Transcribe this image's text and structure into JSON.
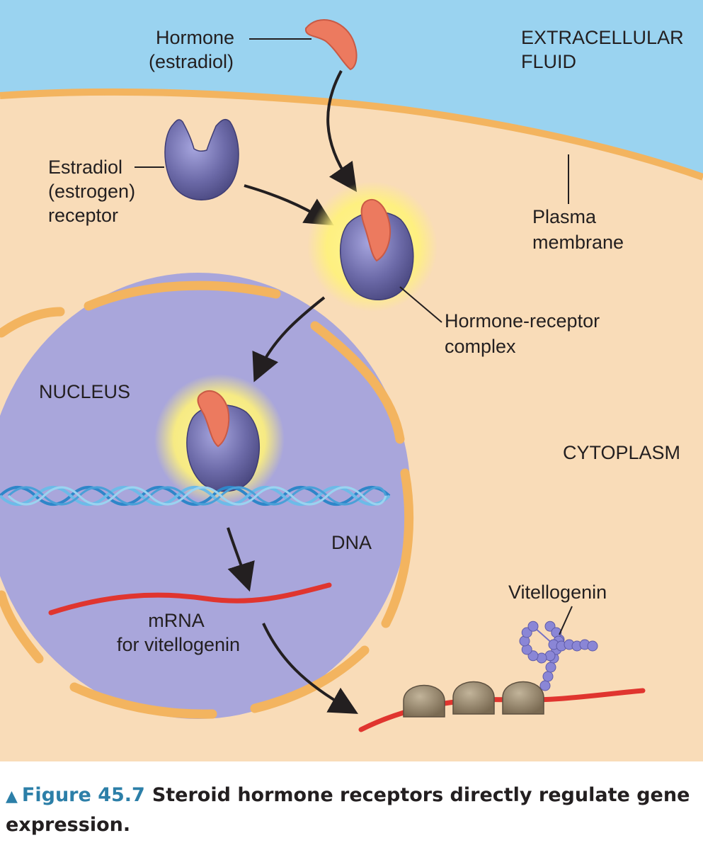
{
  "labels": {
    "hormone": [
      "Hormone",
      "(estradiol)"
    ],
    "extracellular": [
      "EXTRACELLULAR",
      "FLUID"
    ],
    "receptor": [
      "Estradiol",
      "(estrogen)",
      "receptor"
    ],
    "membrane": [
      "Plasma",
      "membrane"
    ],
    "complex": [
      "Hormone-receptor",
      "complex"
    ],
    "nucleus": "NUCLEUS",
    "cytoplasm": "CYTOPLASM",
    "dna": "DNA",
    "mrna": [
      "mRNA",
      "for vitellogenin"
    ],
    "vitellogenin": "Vitellogenin"
  },
  "caption": {
    "marker": "▲",
    "figure": "Figure 45.7",
    "text": "Steroid hormone receptors directly regulate gene expression."
  },
  "colors": {
    "extracellular": "#9ad3f0",
    "cytoplasm": "#f9dcb8",
    "membrane": "#f3b45f",
    "nucleus": "#a9a6db",
    "receptor": "#6c6aa8",
    "hormone": "#ec7a5f",
    "glow": "#fff27a",
    "dna": "#4aa0d8",
    "mrna": "#e0352f",
    "ribosome": "#8a7a62",
    "protein": "#8a86d6",
    "caption_accent": "#2c7fa8"
  }
}
